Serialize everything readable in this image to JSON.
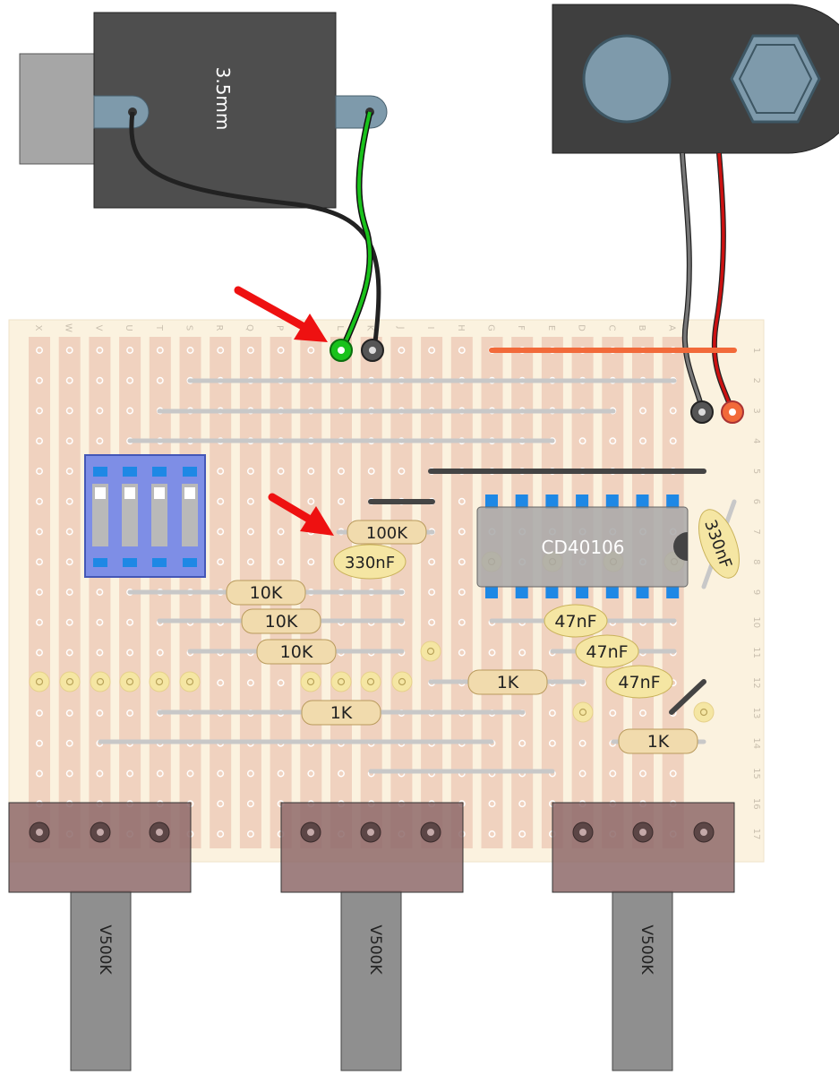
{
  "jack": {
    "label": "3.5mm"
  },
  "ic": {
    "label": "CD40106"
  },
  "columns": [
    "X",
    "W",
    "V",
    "U",
    "T",
    "S",
    "R",
    "Q",
    "P",
    "N",
    "L",
    "K",
    "J",
    "I",
    "H",
    "G",
    "F",
    "E",
    "D",
    "C",
    "B",
    "A"
  ],
  "rows": [
    "1",
    "2",
    "3",
    "4",
    "5",
    "6",
    "7",
    "8",
    "9",
    "10",
    "11",
    "12",
    "13",
    "14",
    "15",
    "16",
    "17"
  ],
  "resistors": [
    {
      "id": "r-100k",
      "label": "100K"
    },
    {
      "id": "r-10k-a",
      "label": "10K"
    },
    {
      "id": "r-10k-b",
      "label": "10K"
    },
    {
      "id": "r-10k-c",
      "label": "10K"
    },
    {
      "id": "r-1k-a",
      "label": "1K"
    },
    {
      "id": "r-1k-b",
      "label": "1K"
    },
    {
      "id": "r-1k-c",
      "label": "1K"
    }
  ],
  "capacitors": [
    {
      "id": "c-330nf-a",
      "label": "330nF"
    },
    {
      "id": "c-330nf-b",
      "label": "330nF"
    },
    {
      "id": "c-47nf-a",
      "label": "47nF"
    },
    {
      "id": "c-47nf-b",
      "label": "47nF"
    },
    {
      "id": "c-47nf-c",
      "label": "47nF"
    }
  ],
  "pots": [
    {
      "label": "V500K"
    },
    {
      "label": "V500K"
    },
    {
      "label": "V500K"
    }
  ],
  "colors": {
    "board": "#fbf2df",
    "strip": "#f0d2bf",
    "wire_green": "#19c21b",
    "wire_black": "#333333",
    "wire_red": "#cc1111",
    "wire_grey": "#666666",
    "jumper_orange": "#f26a3a",
    "arrow_red": "#ee1111",
    "dip_blue": "#7e8ee6"
  }
}
